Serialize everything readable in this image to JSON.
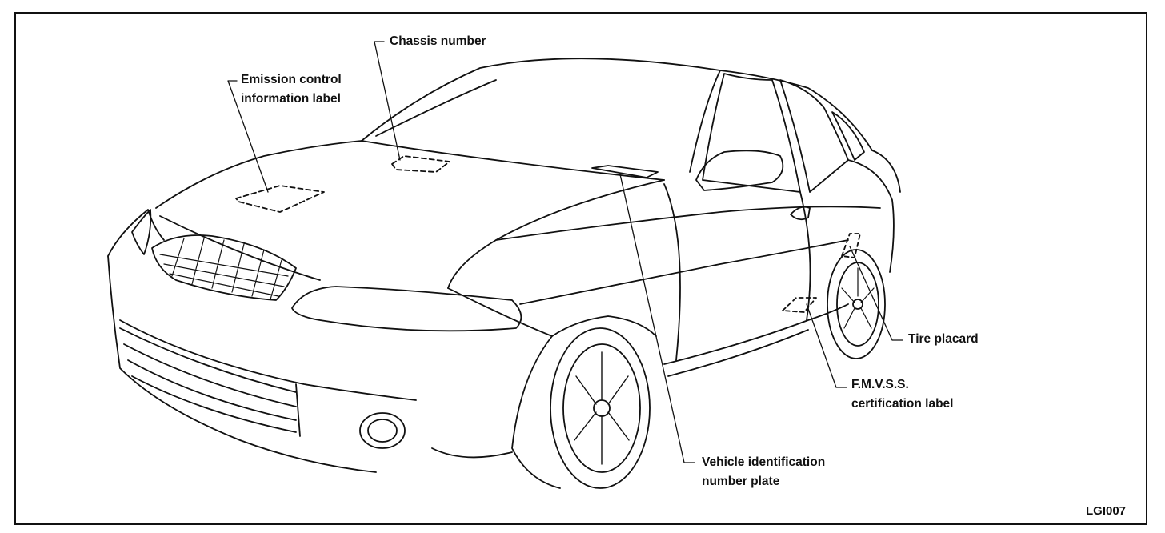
{
  "labels": {
    "chassis_number": "Chassis number",
    "emission_line1": "Emission control",
    "emission_line2": "information label",
    "tire_placard": "Tire placard",
    "fmvss_line1": "F.M.V.S.S.",
    "fmvss_line2": "certification label",
    "vin_line1": "Vehicle identification",
    "vin_line2": "number plate"
  },
  "figure_code": "LGI007",
  "colors": {
    "line": "#111111",
    "background": "#ffffff"
  }
}
